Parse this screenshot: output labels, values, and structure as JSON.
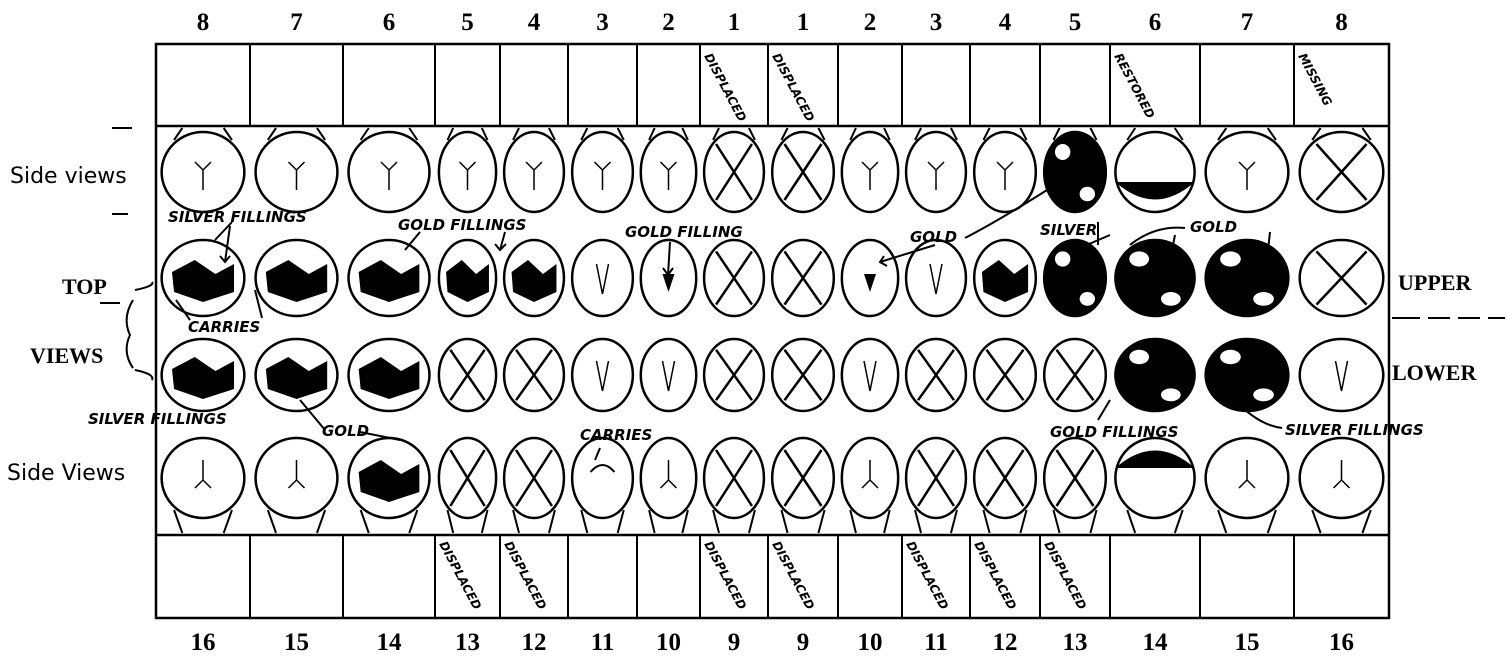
{
  "top_numbers": [
    "8",
    "7",
    "6",
    "5",
    "4",
    "3",
    "2",
    "1",
    "1",
    "2",
    "3",
    "4",
    "5",
    "6",
    "7",
    "8"
  ],
  "bottom_numbers": [
    "16",
    "15",
    "14",
    "13",
    "12",
    "11",
    "10",
    "9",
    "9",
    "10",
    "11",
    "12",
    "13",
    "14",
    "15",
    "16"
  ],
  "row_labels": {
    "side_views_upper": "Side views",
    "top": "TOP",
    "views": "VIEWS",
    "side_views_lower": "Side Views",
    "upper": "UPPER",
    "lower": "LOWER"
  },
  "upper_status": [
    "",
    "",
    "",
    "",
    "",
    "",
    "",
    "DISPLACED",
    "DISPLACED",
    "",
    "",
    "",
    "",
    "RESTORED",
    "",
    "MISSING"
  ],
  "lower_status": [
    "",
    "",
    "",
    "DISPLACED",
    "DISPLACED",
    "",
    "",
    "DISPLACED",
    "DISPLACED",
    "",
    "DISPLACED",
    "DISPLACED",
    "DISPLACED",
    "",
    "",
    ""
  ],
  "upper_side": [
    "plain",
    "plain",
    "plain",
    "plain",
    "plain",
    "plain",
    "plain",
    "x",
    "x",
    "plain",
    "plain",
    "plain",
    "filled",
    "filled-part",
    "plain",
    "x"
  ],
  "upper_top": [
    "silver",
    "silver",
    "gold",
    "gold",
    "gold",
    "plain",
    "gold-small",
    "x",
    "x",
    "gold-small",
    "plain",
    "gold",
    "filled",
    "filled",
    "filled",
    "x"
  ],
  "lower_top": [
    "silver",
    "silver",
    "gold",
    "x",
    "x",
    "plain",
    "plain",
    "x",
    "x",
    "plain",
    "x",
    "x",
    "x",
    "filled",
    "filled",
    "plain"
  ],
  "lower_side": [
    "plain",
    "plain",
    "gold",
    "x",
    "x",
    "caries",
    "plain",
    "x",
    "x",
    "plain",
    "x",
    "x",
    "x",
    "gold-part",
    "plain",
    "plain"
  ],
  "annotations": {
    "silver_fillings_upper": "SILVER  FILLINGS",
    "gold_fillings_upper": "GOLD  FILLINGS",
    "gold_filling_upper": "GOLD  FILLING",
    "gold_upper_right": "GOLD",
    "silver_upper_right": "SILVER",
    "gold_upper_right_2": "GOLD",
    "carries_upper": "CARRIES",
    "silver_fillings_lower_left": "SILVER FILLINGS",
    "gold_lower_left": "GOLD",
    "carries_lower": "CARRIES",
    "gold_fillings_lower_right": "GOLD  FILLINGS",
    "silver_fillings_lower_right": "SILVER FILLINGS"
  }
}
